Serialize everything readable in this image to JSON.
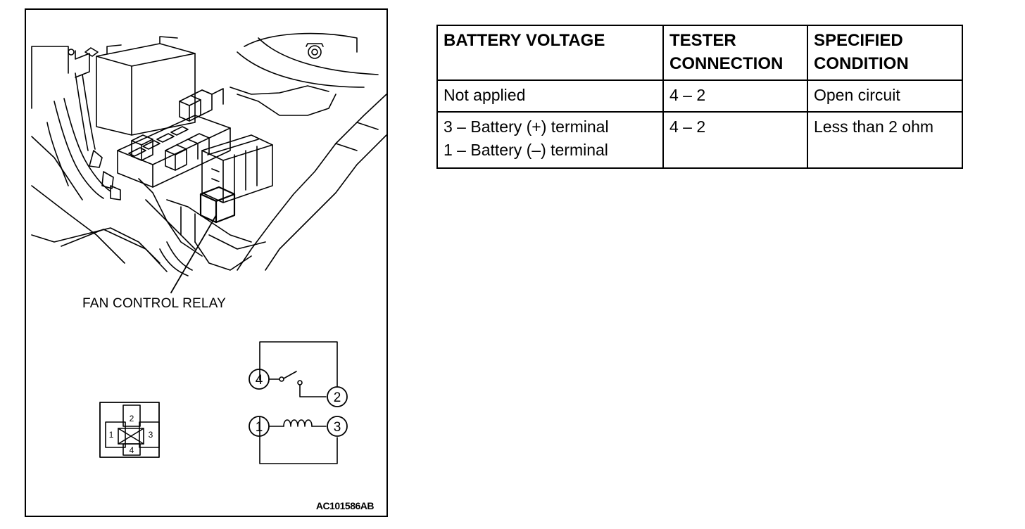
{
  "figure": {
    "relay_label": "FAN CONTROL RELAY",
    "code": "AC101586AB",
    "connector_pins": [
      "2",
      "1",
      "3",
      "4"
    ],
    "schematic_pins": [
      "4",
      "2",
      "1",
      "3"
    ],
    "line_color": "#000000",
    "background": "#ffffff"
  },
  "table": {
    "headers": [
      "BATTERY VOLTAGE",
      "TESTER\nCONNECTION",
      "SPECIFIED\nCONDITION"
    ],
    "rows": [
      [
        "Not applied",
        "4 – 2",
        "Open circuit"
      ],
      [
        " 3 – Battery (+) terminal\n 1 – Battery (–) terminal",
        "4 – 2",
        "Less than 2 ohm"
      ]
    ]
  }
}
